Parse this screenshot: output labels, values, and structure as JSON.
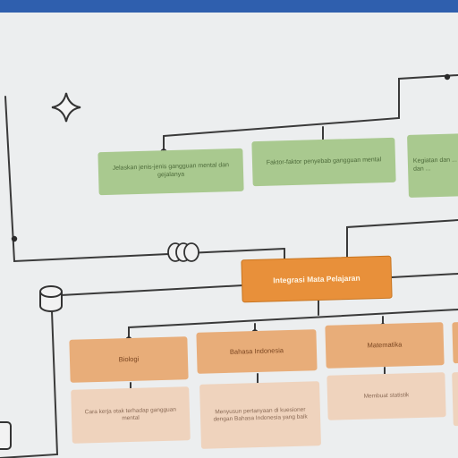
{
  "diagram": {
    "top_row": [
      {
        "label": "Jelaskan jenis-jenis gangguan mental dan gejalanya"
      },
      {
        "label": "Faktor-faktor penyebab gangguan mental"
      },
      {
        "label": "Kegiatan dan ... dan ..."
      }
    ],
    "center_node": {
      "label": "Integrasi Mata Pelajaran"
    },
    "subjects": [
      {
        "label": "Biologi"
      },
      {
        "label": "Bahasa Indonesia"
      },
      {
        "label": "Matematika"
      }
    ],
    "details": [
      {
        "label": "Cara kerja otak terhadap gangguan mental"
      },
      {
        "label": "Menyusun pertanyaan di kuesioner dengan Bahasa Indonesia yang baik"
      },
      {
        "label": "Membuat statistik"
      }
    ]
  },
  "colors": {
    "green_node": "#a9c98f",
    "center_node": "#e8903a",
    "subject_node": "#e8ad79",
    "detail_node": "#efd3bd",
    "background": "#eceeef",
    "top_bar": "#2f5fae"
  }
}
